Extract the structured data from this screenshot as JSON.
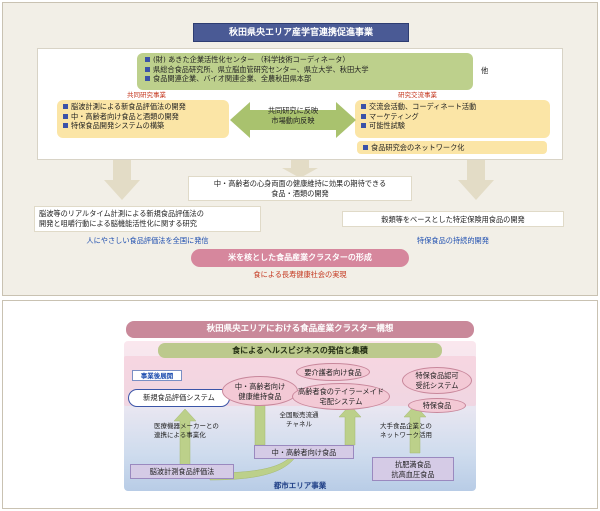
{
  "top": {
    "title": "秋田県央エリア産学官連携促進事業",
    "partners": {
      "items": [
        "(財) あきた企業活性化センター （科学技術コーディネータ）",
        "県総合食品研究所、県立脳血管研究センター、県立大学、秋田大学",
        "食品関連企業、バイオ関連企業、全農秋田県本部"
      ],
      "etc": "他"
    },
    "joint": {
      "label": "共同研究事業",
      "items": [
        "脳波計測による新食品評価法の開発",
        "中・高齢者向け食品と酒類の開発",
        "特保食品開発システムの構築"
      ]
    },
    "center": {
      "lines": [
        "共同研究に反映",
        "市場動向反映"
      ]
    },
    "exchange": {
      "label": "研究交流事業",
      "items": [
        "交流会活動、コーディネート活動",
        "マーケティング",
        "可能性試験"
      ],
      "network": "食品研究会のネットワーク化"
    },
    "goal": {
      "lines": [
        "中・高齢者の心身両面の健康維持に効果の期待できる",
        "食品・酒類の開発"
      ]
    },
    "left_result": {
      "lines": [
        "脳波等のリアルタイム計測による新規食品評価法の",
        "開発と咀嚼行動による脳機能活性化に関する研究"
      ],
      "caption": "人にやさしい食品評価法を全国に発信"
    },
    "right_result": {
      "text": "穀類等をベースとした特定保険用食品の開発",
      "caption": "特保食品の持続的開発"
    },
    "cluster": "米を核とした食品産業クラスターの形成",
    "cluster_caption": "食による長寿健康社会の実現"
  },
  "bottom": {
    "title": "秋田県央エリアにおける食品産業クラスター構想",
    "subtitle": "食によるヘルスビジネスの発信と集積",
    "expansion_label": "事業後展開",
    "nodes": {
      "evaluation": "新規食品評価システム",
      "elderly_support": [
        "中・高齢者向け",
        "健康維持食品"
      ],
      "care_food": "要介護者向け食品",
      "tailormade": [
        "高齢者食のテイラーメイド",
        "宅配システム"
      ],
      "fosu_system": [
        "特保食品認可",
        "受託システム"
      ],
      "fosu_food": "特保食品"
    },
    "annotations": {
      "medical": [
        "医療機器メーカーとの",
        "連携による事業化"
      ],
      "nationwide": [
        "全国販売流通",
        "チャネル"
      ],
      "large_company": [
        "大手食品企業との",
        "ネットワーク活用"
      ]
    },
    "bases": {
      "eeg": "脳波計測食品評価法",
      "elderly_food": "中・高齢者向け食品",
      "anti": [
        "抗肥満食品",
        "抗高血圧食品"
      ]
    },
    "footer": "都市エリア事業"
  }
}
